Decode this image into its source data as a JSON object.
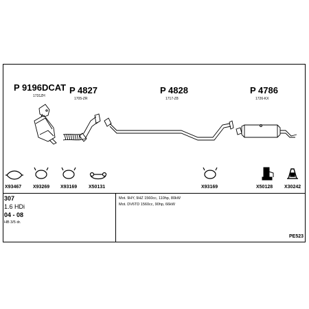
{
  "parts": [
    {
      "number": "P 9196DCAT",
      "oem": "1731ZH"
    },
    {
      "number": "P 4827",
      "oem": "1705-ZR"
    },
    {
      "number": "P 4828",
      "oem": "1717-Z8"
    },
    {
      "number": "P 4786",
      "oem": "1726-KX"
    }
  ],
  "fittings": [
    {
      "code": "X93467",
      "icon": "clamp-ring-icon"
    },
    {
      "code": "X93269",
      "icon": "clamp-ring-icon"
    },
    {
      "code": "X93169",
      "icon": "clamp-ring-icon"
    },
    {
      "code": "X50131",
      "icon": "bolt-clamp-icon"
    },
    {
      "code": "X93169",
      "icon": "clamp-ring-icon"
    },
    {
      "code": "X50128",
      "icon": "rubber-mount-icon"
    },
    {
      "code": "X30242",
      "icon": "bracket-mount-icon"
    }
  ],
  "vehicle": {
    "model": "307",
    "engine": "1.6 HDi",
    "years": "04 - 08",
    "body": "HB 3/5 dr."
  },
  "engines": [
    "Mot. 9HY, 9HZ 1560cc, 110hp, 80kW",
    "Mot. DV6TD 1560cc, 90hp, 66kW"
  ],
  "catalog_code": "PE523"
}
